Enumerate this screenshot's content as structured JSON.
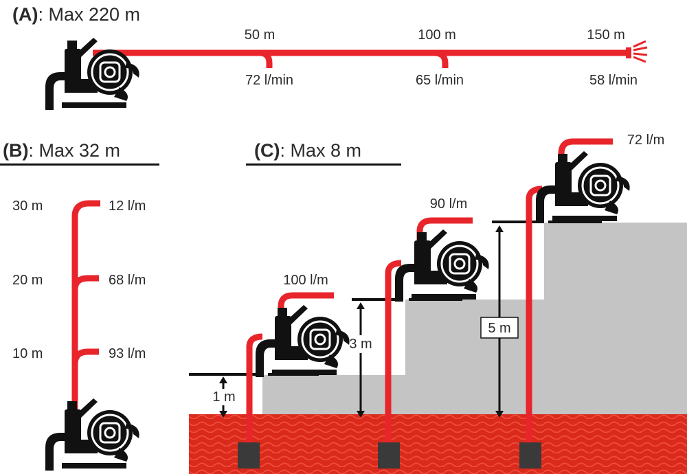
{
  "section_a": {
    "prefix": "(A)",
    "title": ": Max 220 m",
    "distances": [
      "50 m",
      "100 m",
      "150 m"
    ],
    "flows": [
      "72 l/min",
      "65 l/min",
      "58 l/min"
    ]
  },
  "section_b": {
    "prefix": "(B)",
    "title": ": Max 32 m",
    "heights": [
      "30 m",
      "20 m",
      "10 m"
    ],
    "flows": [
      "12 l/m",
      "68 l/m",
      "93 l/m"
    ]
  },
  "section_c": {
    "prefix": "(C)",
    "title": ": Max 8 m",
    "lifts": [
      "1 m",
      "3 m",
      "5 m"
    ],
    "flows": [
      "100 l/m",
      "90 l/m",
      "72 l/m"
    ]
  },
  "colors": {
    "hose": "#e8252b",
    "water": "#d92a1c",
    "step": "#c4c4c4",
    "pump": "#111111",
    "text": "#2b2b2b"
  },
  "icons": [
    "pump-icon",
    "spray-nozzle-icon",
    "strainer-icon",
    "dimension-arrow-icon"
  ]
}
